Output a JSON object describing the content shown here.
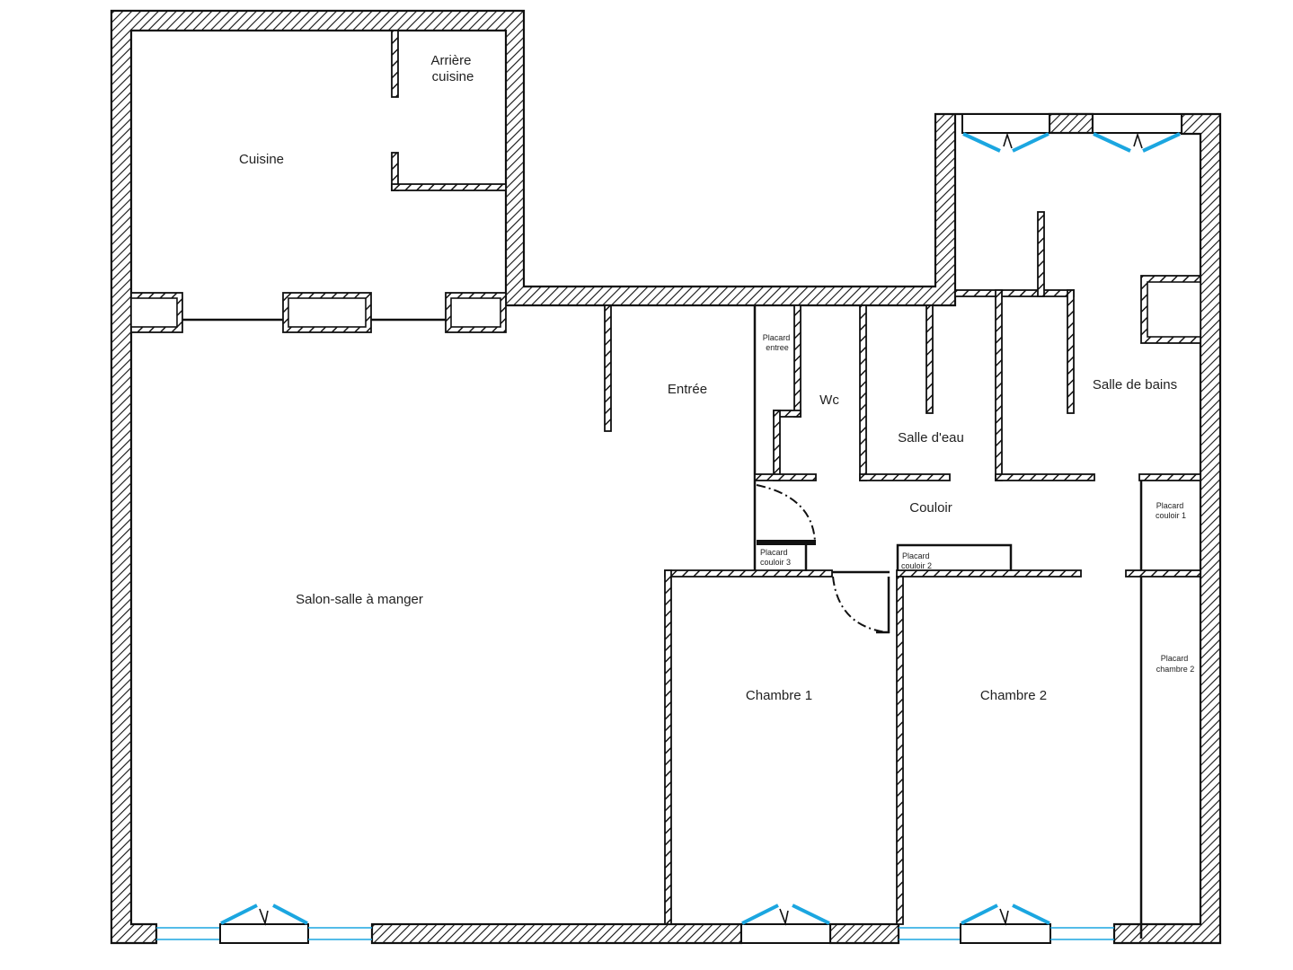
{
  "plan": {
    "rooms": {
      "cuisine": "Cuisine",
      "arriere_cuisine_1": "Arrière",
      "arriere_cuisine_2": "cuisine",
      "entree": "Entrée",
      "placard_entree_1": "Placard",
      "placard_entree_2": "entree",
      "wc": "Wc",
      "salle_eau": "Salle d'eau",
      "salle_bains": "Salle de bains",
      "couloir": "Couloir",
      "placard_couloir_1_a": "Placard",
      "placard_couloir_1_b": "couloir 1",
      "placard_couloir_2_a": "Placard",
      "placard_couloir_2_b": "couloir 2",
      "placard_couloir_3_a": "Placard",
      "placard_couloir_3_b": "couloir 3",
      "salon": "Salon-salle à manger",
      "chambre_1": "Chambre 1",
      "chambre_2": "Chambre 2",
      "placard_chambre_2_a": "Placard",
      "placard_chambre_2_b": "chambre 2"
    },
    "colors": {
      "walls": "#111111",
      "windows": "#1ba6e0",
      "background": "#ffffff"
    }
  }
}
